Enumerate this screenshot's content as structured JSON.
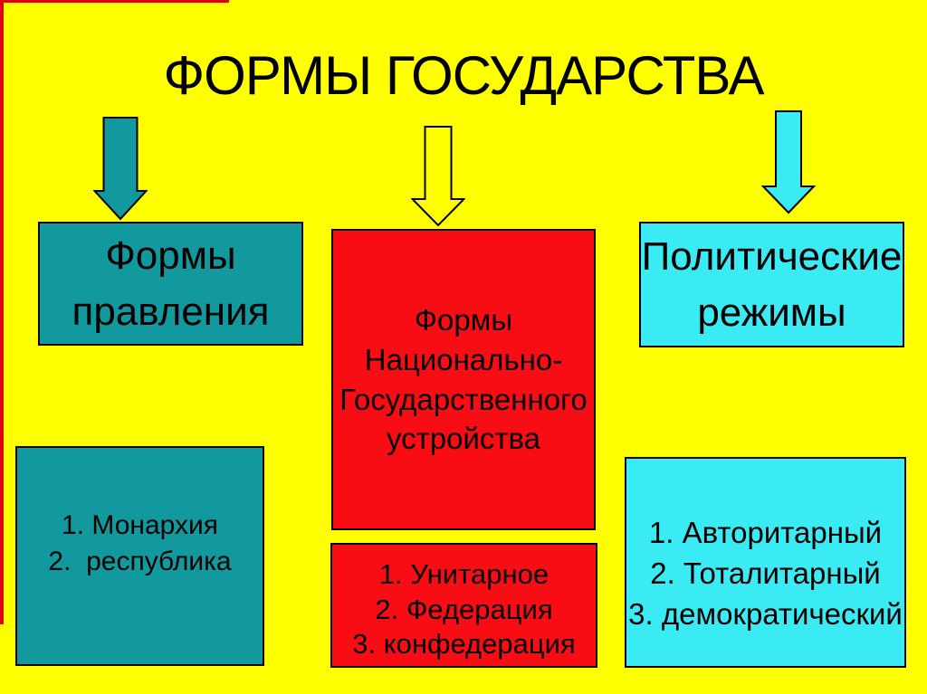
{
  "slide": {
    "title": "ФОРМЫ ГОСУДАРСТВА",
    "colors": {
      "background": "#FFFF00",
      "frame_accent": "#E2000C",
      "teal_fill": "#12999E",
      "red_fill": "#F90D15",
      "cyan_fill": "#3BEBF4",
      "outline": "#000000",
      "text": "#000000"
    },
    "columns": {
      "forms_of_rule": {
        "arrow_icon": "teal-down-arrow",
        "header": {
          "line1": "Формы",
          "line2": "правления"
        },
        "list": {
          "item1": "1. Монархия",
          "item2": "2.  республика"
        }
      },
      "national_structure": {
        "arrow_icon": "outlined-down-arrow",
        "header": {
          "line1": "Формы",
          "line2": "Национально-",
          "line3": "Государственного",
          "line4": "устройства"
        },
        "list": {
          "item1": "1. Унитарное",
          "item2": "2. Федерация",
          "item3": "3. конфедерация"
        }
      },
      "political_regimes": {
        "arrow_icon": "cyan-down-arrow",
        "header": {
          "line1": "Политические",
          "line2": "режимы"
        },
        "list": {
          "item1": "1. Авторитарный",
          "item2": "2. Тоталитарный",
          "item3": "3. демократический"
        }
      }
    }
  }
}
